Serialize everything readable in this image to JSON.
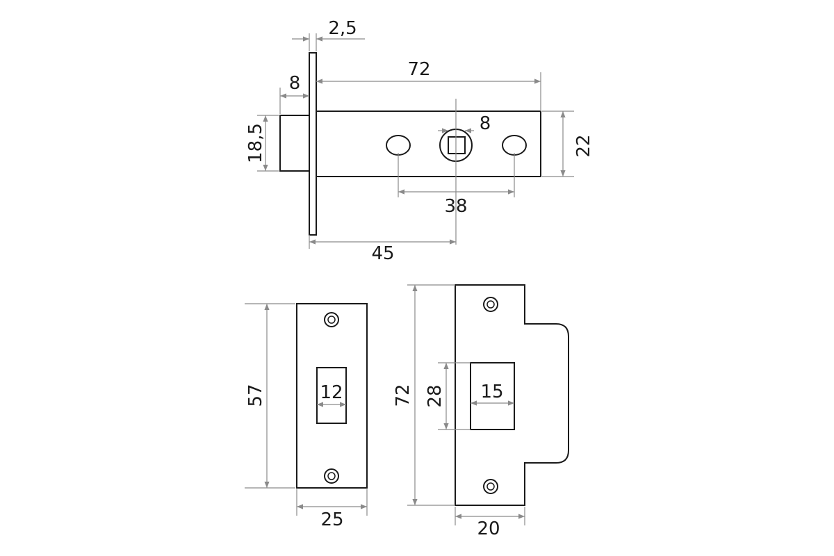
{
  "dimensions": {
    "faceplate_thickness": "2,5",
    "case_length": "72",
    "bolt_projection": "8",
    "bolt_height": "18,5",
    "spindle_square": "8",
    "case_height": "22",
    "fixing_centres": "38",
    "backset": "45",
    "forend_height": "57",
    "forend_opening_width": "12",
    "forend_width": "25",
    "strike_height": "72",
    "strike_opening_height": "28",
    "strike_opening_width": "15",
    "strike_width": "20"
  }
}
